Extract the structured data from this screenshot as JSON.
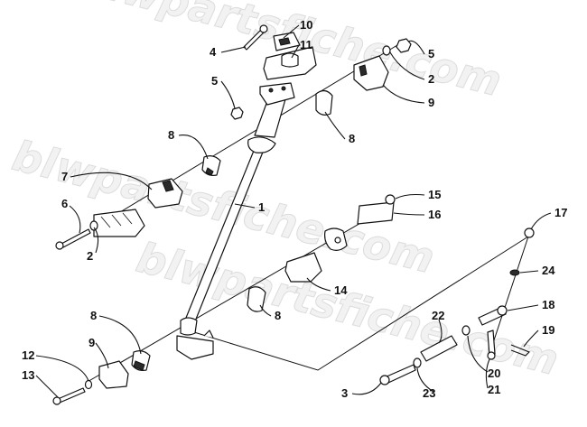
{
  "watermark": {
    "top": "blwpartsfiche.com",
    "middle": "blwpartsfiche.com",
    "bottom": "blwpartsfiche.com"
  },
  "callouts": [
    {
      "id": "c-4",
      "text": "4"
    },
    {
      "id": "c-10",
      "text": "10"
    },
    {
      "id": "c-11",
      "text": "11"
    },
    {
      "id": "c-5a",
      "text": "5"
    },
    {
      "id": "c-5b",
      "text": "5"
    },
    {
      "id": "c-2a",
      "text": "2"
    },
    {
      "id": "c-9a",
      "text": "9"
    },
    {
      "id": "c-8a",
      "text": "8"
    },
    {
      "id": "c-8b",
      "text": "8"
    },
    {
      "id": "c-7",
      "text": "7"
    },
    {
      "id": "c-1",
      "text": "1"
    },
    {
      "id": "c-6",
      "text": "6"
    },
    {
      "id": "c-2b",
      "text": "2"
    },
    {
      "id": "c-15",
      "text": "15"
    },
    {
      "id": "c-16",
      "text": "16"
    },
    {
      "id": "c-17",
      "text": "17"
    },
    {
      "id": "c-14",
      "text": "14"
    },
    {
      "id": "c-24",
      "text": "24"
    },
    {
      "id": "c-8c",
      "text": "8"
    },
    {
      "id": "c-8d",
      "text": "8"
    },
    {
      "id": "c-18",
      "text": "18"
    },
    {
      "id": "c-22",
      "text": "22"
    },
    {
      "id": "c-19",
      "text": "19"
    },
    {
      "id": "c-12",
      "text": "12"
    },
    {
      "id": "c-9b",
      "text": "9"
    },
    {
      "id": "c-13",
      "text": "13"
    },
    {
      "id": "c-20",
      "text": "20"
    },
    {
      "id": "c-3",
      "text": "3"
    },
    {
      "id": "c-23",
      "text": "23"
    },
    {
      "id": "c-21",
      "text": "21"
    }
  ]
}
